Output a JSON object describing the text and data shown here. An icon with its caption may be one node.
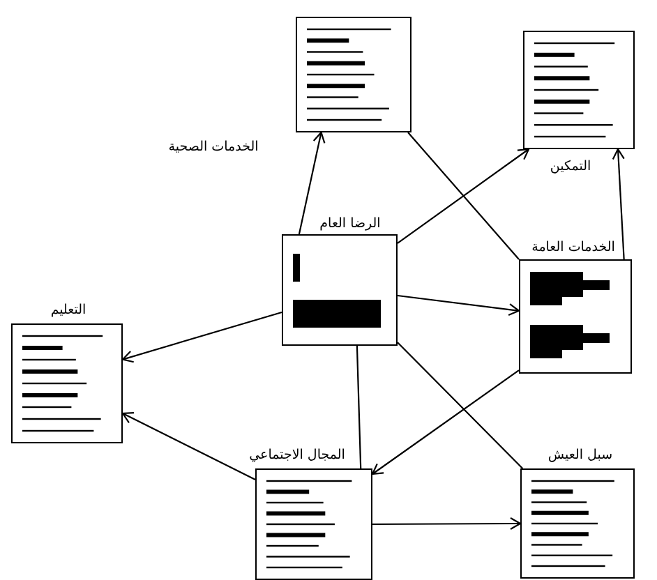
{
  "diagram": {
    "nodes": [
      {
        "text": [
          "الخدمات الصحية"
        ]
      },
      {
        "text": [
          "التمكين"
        ]
      },
      {
        "text": [
          "الرضا العام"
        ]
      },
      {
        "text": [
          "الخدمات العامة"
        ]
      },
      {
        "text": [
          "التعليم"
        ]
      },
      {
        "text": [
          "المجال الاجتماعي"
        ]
      },
      {
        "text": [
          "سبل العيش"
        ]
      }
    ],
    "edges": [
      {
        "from": 2,
        "to": 0,
        "arrow": "to"
      },
      {
        "from": 2,
        "to": 1,
        "arrow": "to"
      },
      {
        "from": 0,
        "to": 3,
        "arrow": "none"
      },
      {
        "from": 3,
        "to": 1,
        "arrow": "to"
      },
      {
        "from": 2,
        "to": 3,
        "arrow": "to"
      },
      {
        "from": 2,
        "to": 4,
        "arrow": "to"
      },
      {
        "from": 2,
        "to": 5,
        "arrow": "none"
      },
      {
        "from": 2,
        "to": 6,
        "arrow": "none"
      },
      {
        "from": 3,
        "to": 5,
        "arrow": "to"
      },
      {
        "from": 5,
        "to": 4,
        "arrow": "to"
      },
      {
        "from": 5,
        "to": 6,
        "arrow": "to"
      }
    ]
  }
}
